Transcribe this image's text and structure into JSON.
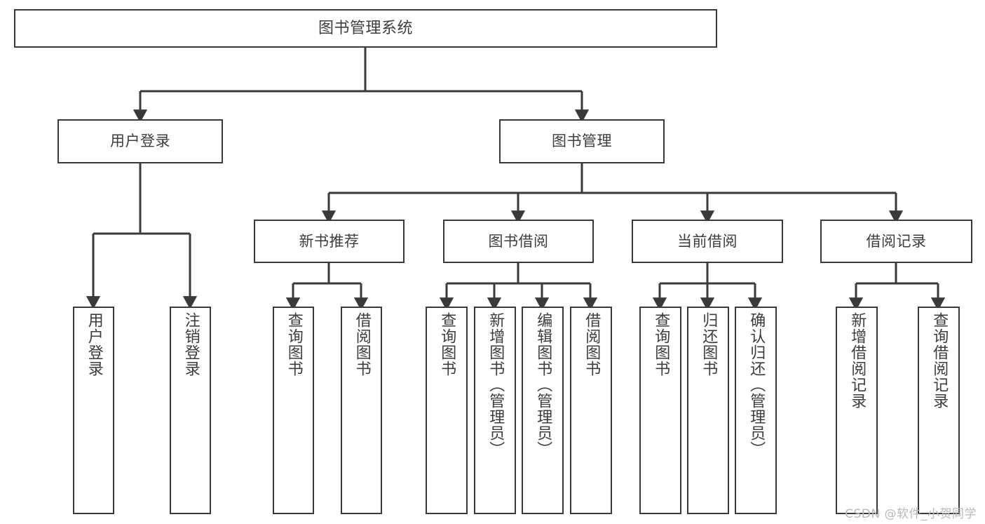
{
  "diagram": {
    "title": "图书管理系统",
    "watermark": "CSDN @软件_小贺同学",
    "colors": {
      "background": "#ffffff",
      "box_border": "#3a3a3a",
      "connector": "#3a3a3a",
      "text": "#3d3d3d",
      "watermark": "#b9b9b9"
    },
    "levels": {
      "root": {
        "label": "图书管理系统"
      },
      "level2": [
        {
          "id": "user-login",
          "label": "用户登录"
        },
        {
          "id": "book-management",
          "label": "图书管理"
        }
      ],
      "level3": [
        {
          "id": "new-book-recommend",
          "label": "新书推荐",
          "parent": "book-management"
        },
        {
          "id": "book-borrow",
          "label": "图书借阅",
          "parent": "book-management"
        },
        {
          "id": "current-borrow",
          "label": "当前借阅",
          "parent": "book-management"
        },
        {
          "id": "borrow-record",
          "label": "借阅记录",
          "parent": "book-management"
        }
      ],
      "leaves": [
        {
          "id": "leaf-user-login",
          "label": "用户登录",
          "parent": "user-login"
        },
        {
          "id": "leaf-logout-login",
          "label": "注销登录",
          "parent": "user-login"
        },
        {
          "id": "leaf-query-book-1",
          "label": "查询图书",
          "parent": "new-book-recommend"
        },
        {
          "id": "leaf-borrow-book-1",
          "label": "借阅图书",
          "parent": "new-book-recommend"
        },
        {
          "id": "leaf-query-book-2",
          "label": "查询图书",
          "parent": "book-borrow"
        },
        {
          "id": "leaf-add-book",
          "label": "新增图书（管理员）",
          "parent": "book-borrow"
        },
        {
          "id": "leaf-edit-book",
          "label": "编辑图书（管理员）",
          "parent": "book-borrow"
        },
        {
          "id": "leaf-borrow-book-2",
          "label": "借阅图书",
          "parent": "book-borrow"
        },
        {
          "id": "leaf-query-book-3",
          "label": "查询图书",
          "parent": "current-borrow"
        },
        {
          "id": "leaf-return-book",
          "label": "归还图书",
          "parent": "current-borrow"
        },
        {
          "id": "leaf-confirm-return",
          "label": "确认归还（管理员）",
          "parent": "current-borrow"
        },
        {
          "id": "leaf-add-record",
          "label": "新增借阅记录",
          "parent": "borrow-record"
        },
        {
          "id": "leaf-query-record",
          "label": "查询借阅记录",
          "parent": "borrow-record"
        }
      ]
    }
  }
}
